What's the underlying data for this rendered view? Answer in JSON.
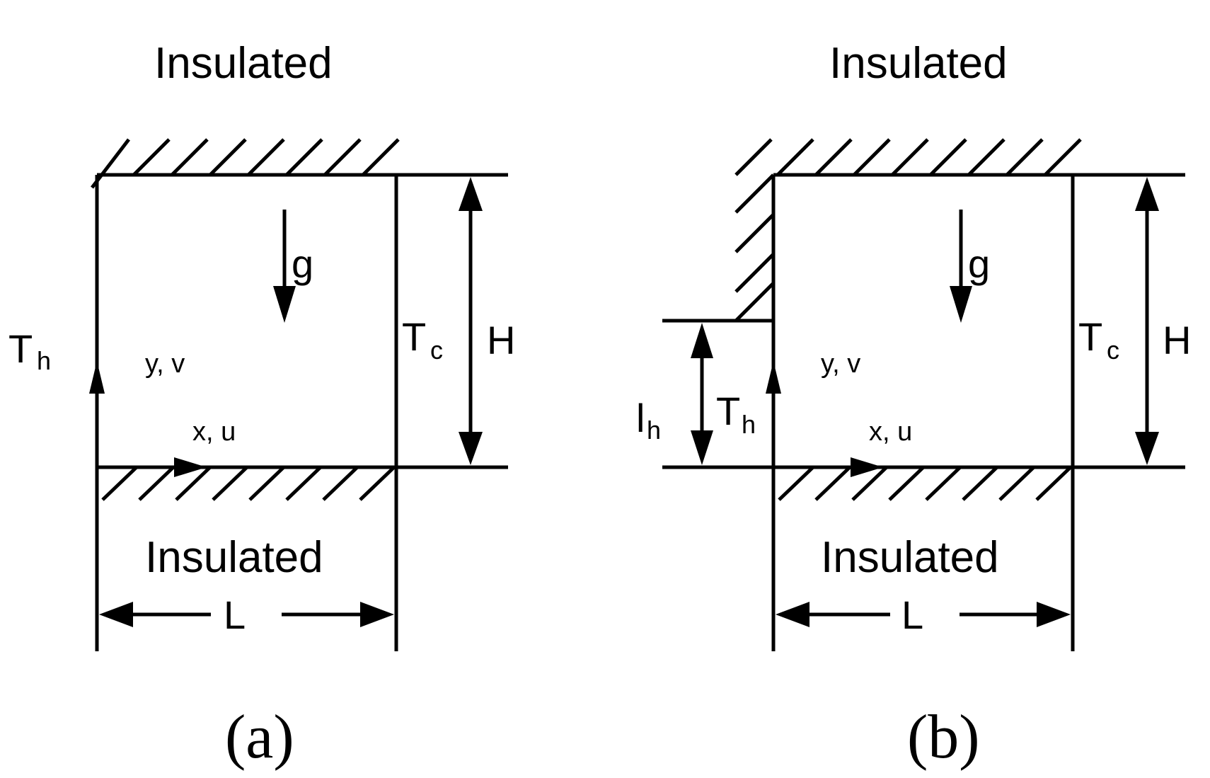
{
  "panel_a": {
    "top_label": "Insulated",
    "bottom_label": "Insulated",
    "hot_wall_label": "T",
    "hot_wall_sub": "h",
    "cold_wall_label": "T",
    "cold_wall_sub": "c",
    "height_label": "H",
    "length_label": "L",
    "gravity_label": "g",
    "y_axis_label": "y, v",
    "x_axis_label": "x, u",
    "caption": "(a)"
  },
  "panel_b": {
    "top_label": "Insulated",
    "bottom_label": "Insulated",
    "hot_wall_label": "T",
    "hot_wall_sub": "h",
    "heater_length_label": "l",
    "heater_length_sub": "h",
    "cold_wall_label": "T",
    "cold_wall_sub": "c",
    "height_label": "H",
    "length_label": "L",
    "gravity_label": "g",
    "y_axis_label": "y, v",
    "x_axis_label": "x, u",
    "caption": "(b)"
  }
}
